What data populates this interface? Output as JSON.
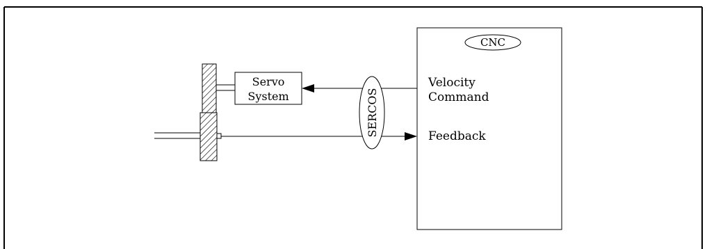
{
  "diagram": {
    "cnc_label": "CNC",
    "velocity_command_line1": "Velocity",
    "velocity_command_line2": "Command",
    "feedback_label": "Feedback",
    "servo_line1": "Servo",
    "servo_line2": "System",
    "sercos_label": "SERCOS"
  }
}
